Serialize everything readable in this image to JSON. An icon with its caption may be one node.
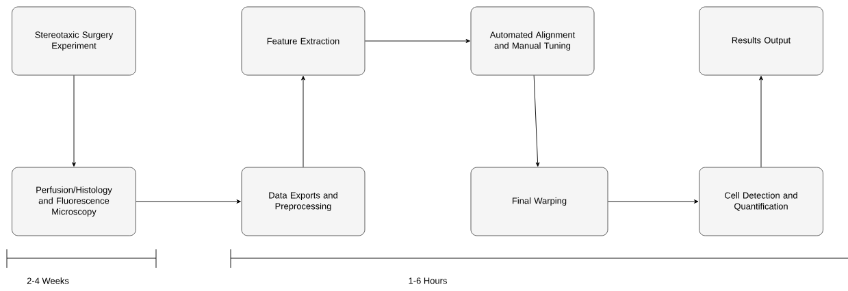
{
  "diagram": {
    "nodes": [
      {
        "text": [
          "Stereotaxic Surgery Experiment"
        ]
      },
      {
        "text": [
          "Perfusion/Histology and Fluorescence Microscopy"
        ]
      },
      {
        "text": [
          "Feature Extraction"
        ]
      },
      {
        "text": [
          "Data Exports and Preprocessing"
        ]
      },
      {
        "text": [
          "Automated Alignment and Manual Tuning"
        ]
      },
      {
        "text": [
          "Final Warping"
        ]
      },
      {
        "text": [
          "Results Output"
        ]
      },
      {
        "text": [
          "Cell Detection and Quantification"
        ]
      }
    ],
    "edges": [
      {
        "from": 0,
        "to": 1,
        "arrow": "to"
      },
      {
        "from": 1,
        "to": 3,
        "arrow": "to"
      },
      {
        "from": 3,
        "to": 2,
        "arrow": "to"
      },
      {
        "from": 2,
        "to": 4,
        "arrow": "to"
      },
      {
        "from": 4,
        "to": 5,
        "arrow": "to"
      },
      {
        "from": 5,
        "to": 7,
        "arrow": "to"
      },
      {
        "from": 7,
        "to": 6,
        "arrow": "to"
      }
    ],
    "labels": [
      "2-4 Weeks",
      "1-6 Hours"
    ]
  }
}
